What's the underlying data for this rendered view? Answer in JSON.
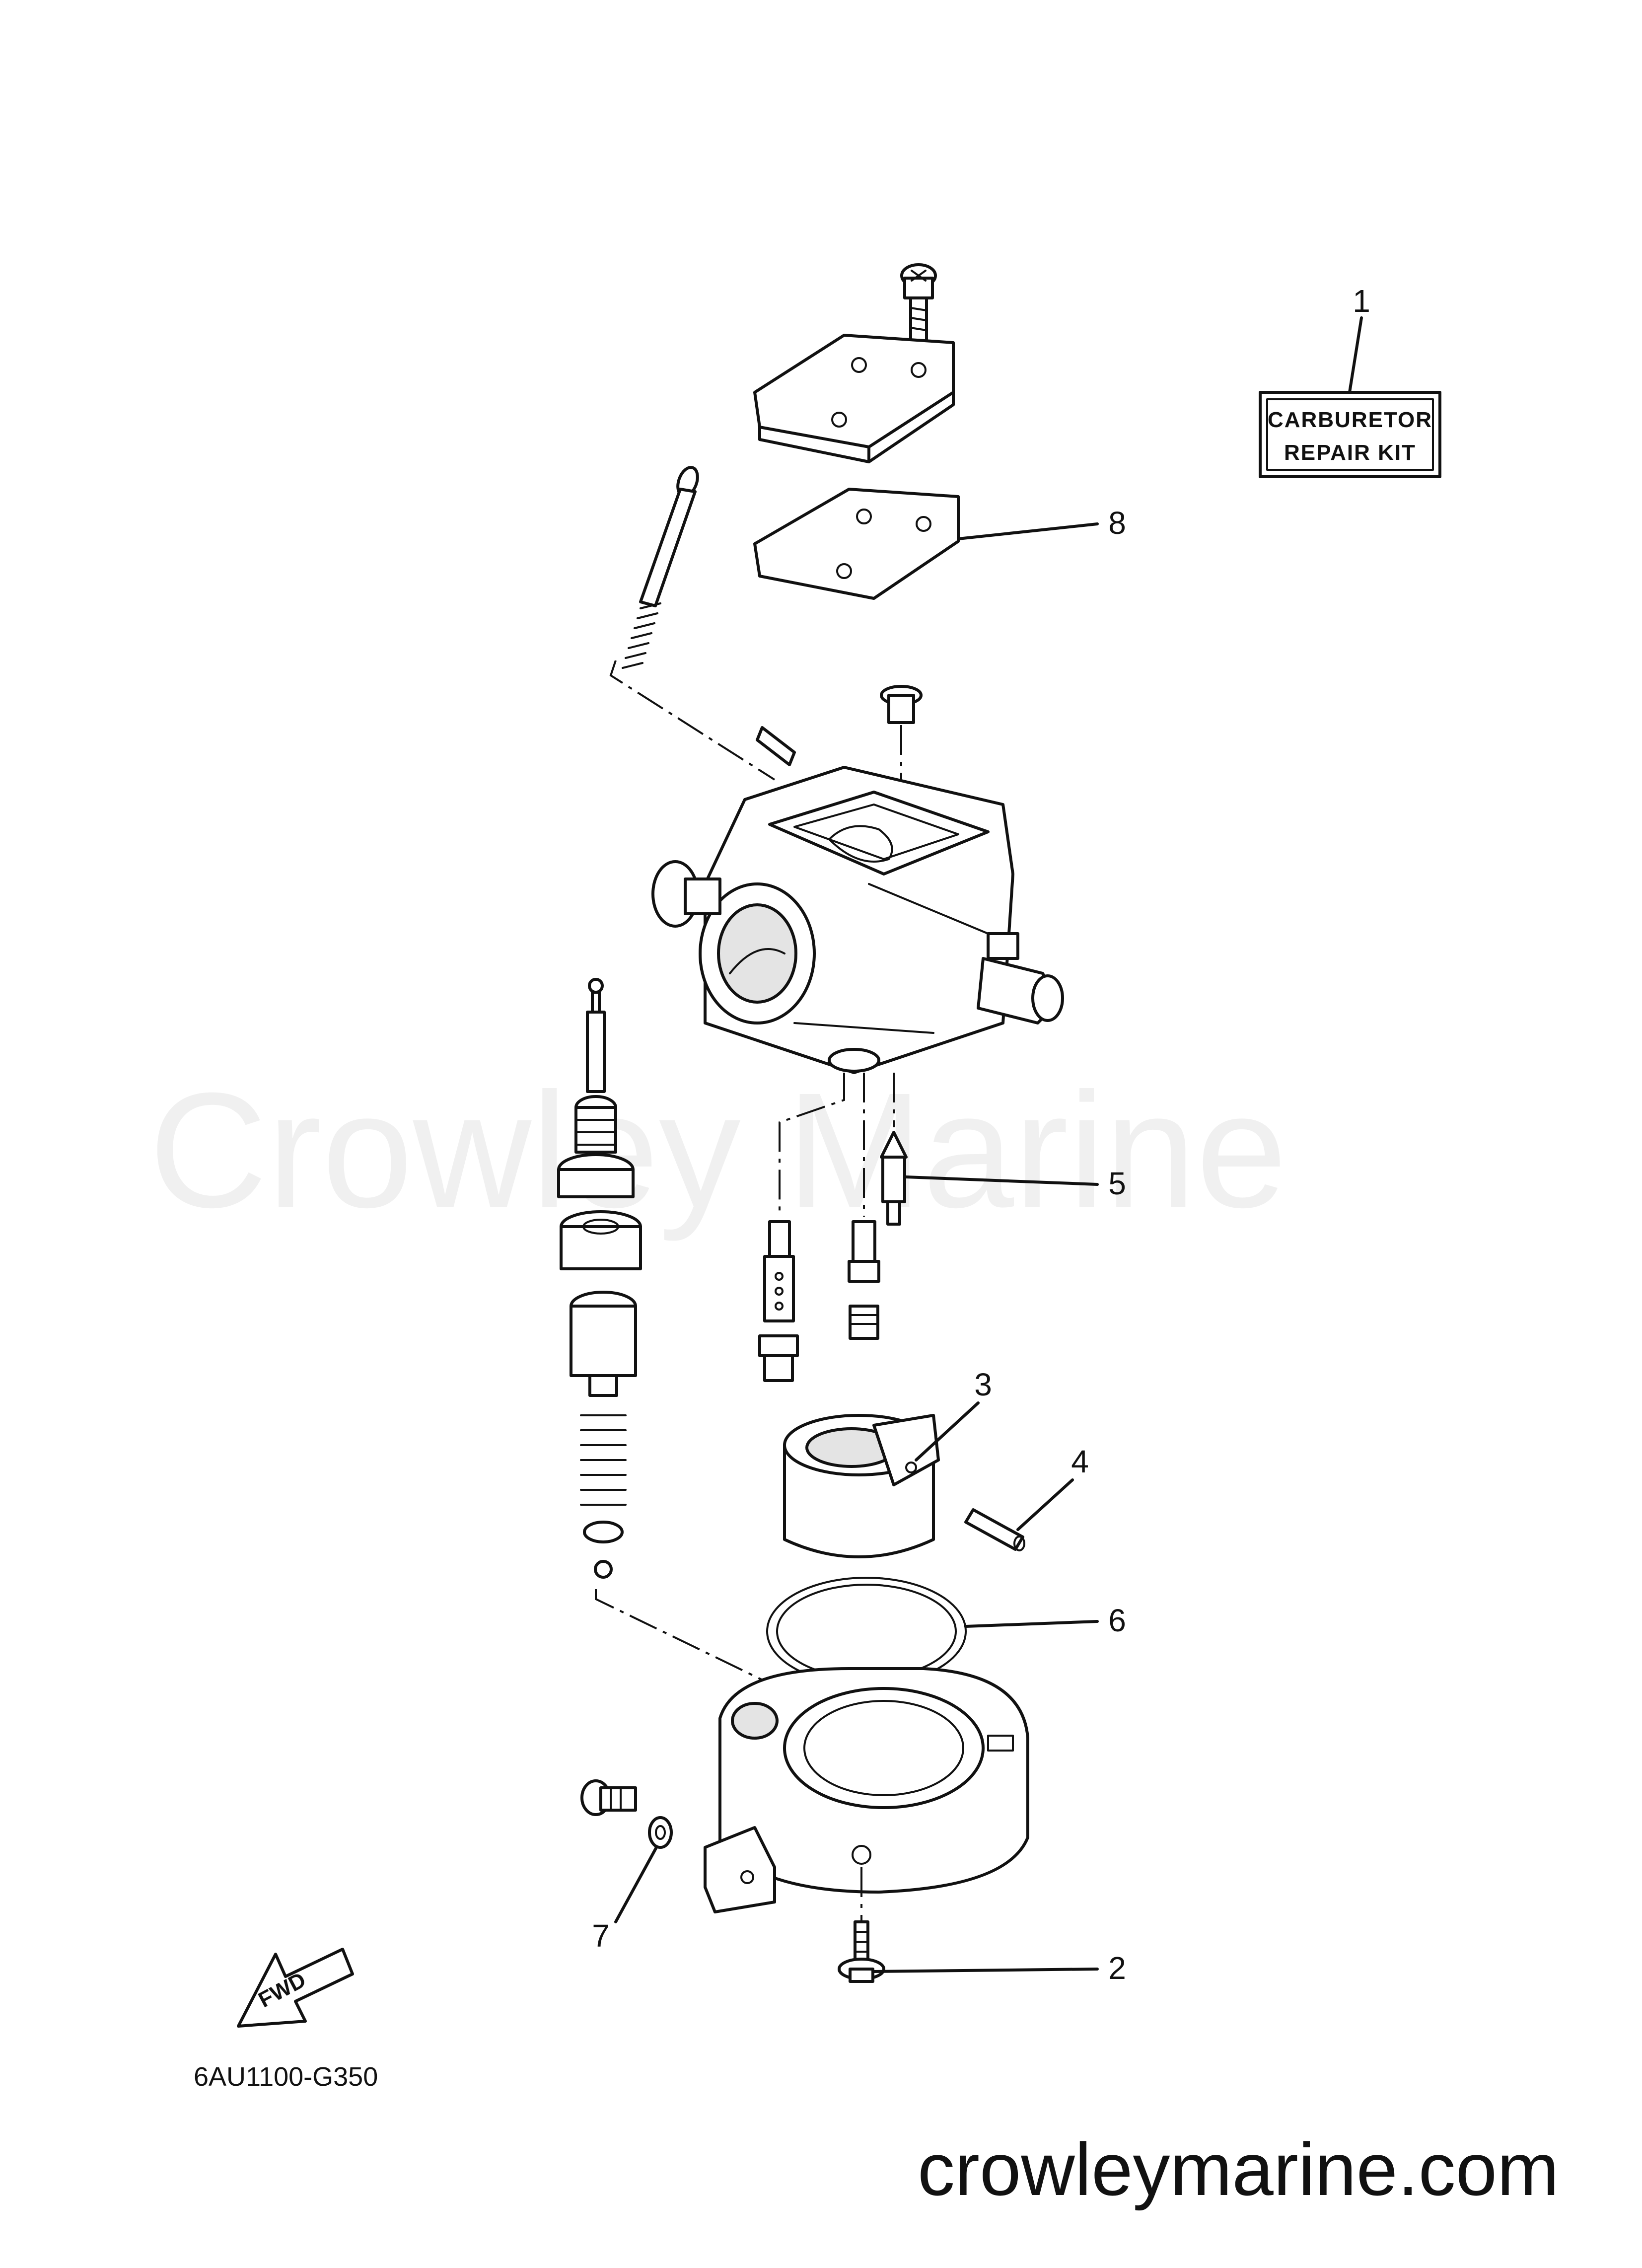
{
  "kit_label": {
    "line1": "CARBURETOR",
    "line2": "REPAIR KIT"
  },
  "callouts": [
    "1",
    "2",
    "3",
    "4",
    "5",
    "6",
    "7",
    "8"
  ],
  "fwd_label": "FWD",
  "drawing_code": "6AU1100-G350",
  "watermark": "Crowley Marine",
  "site_url": "crowleymarine.com"
}
